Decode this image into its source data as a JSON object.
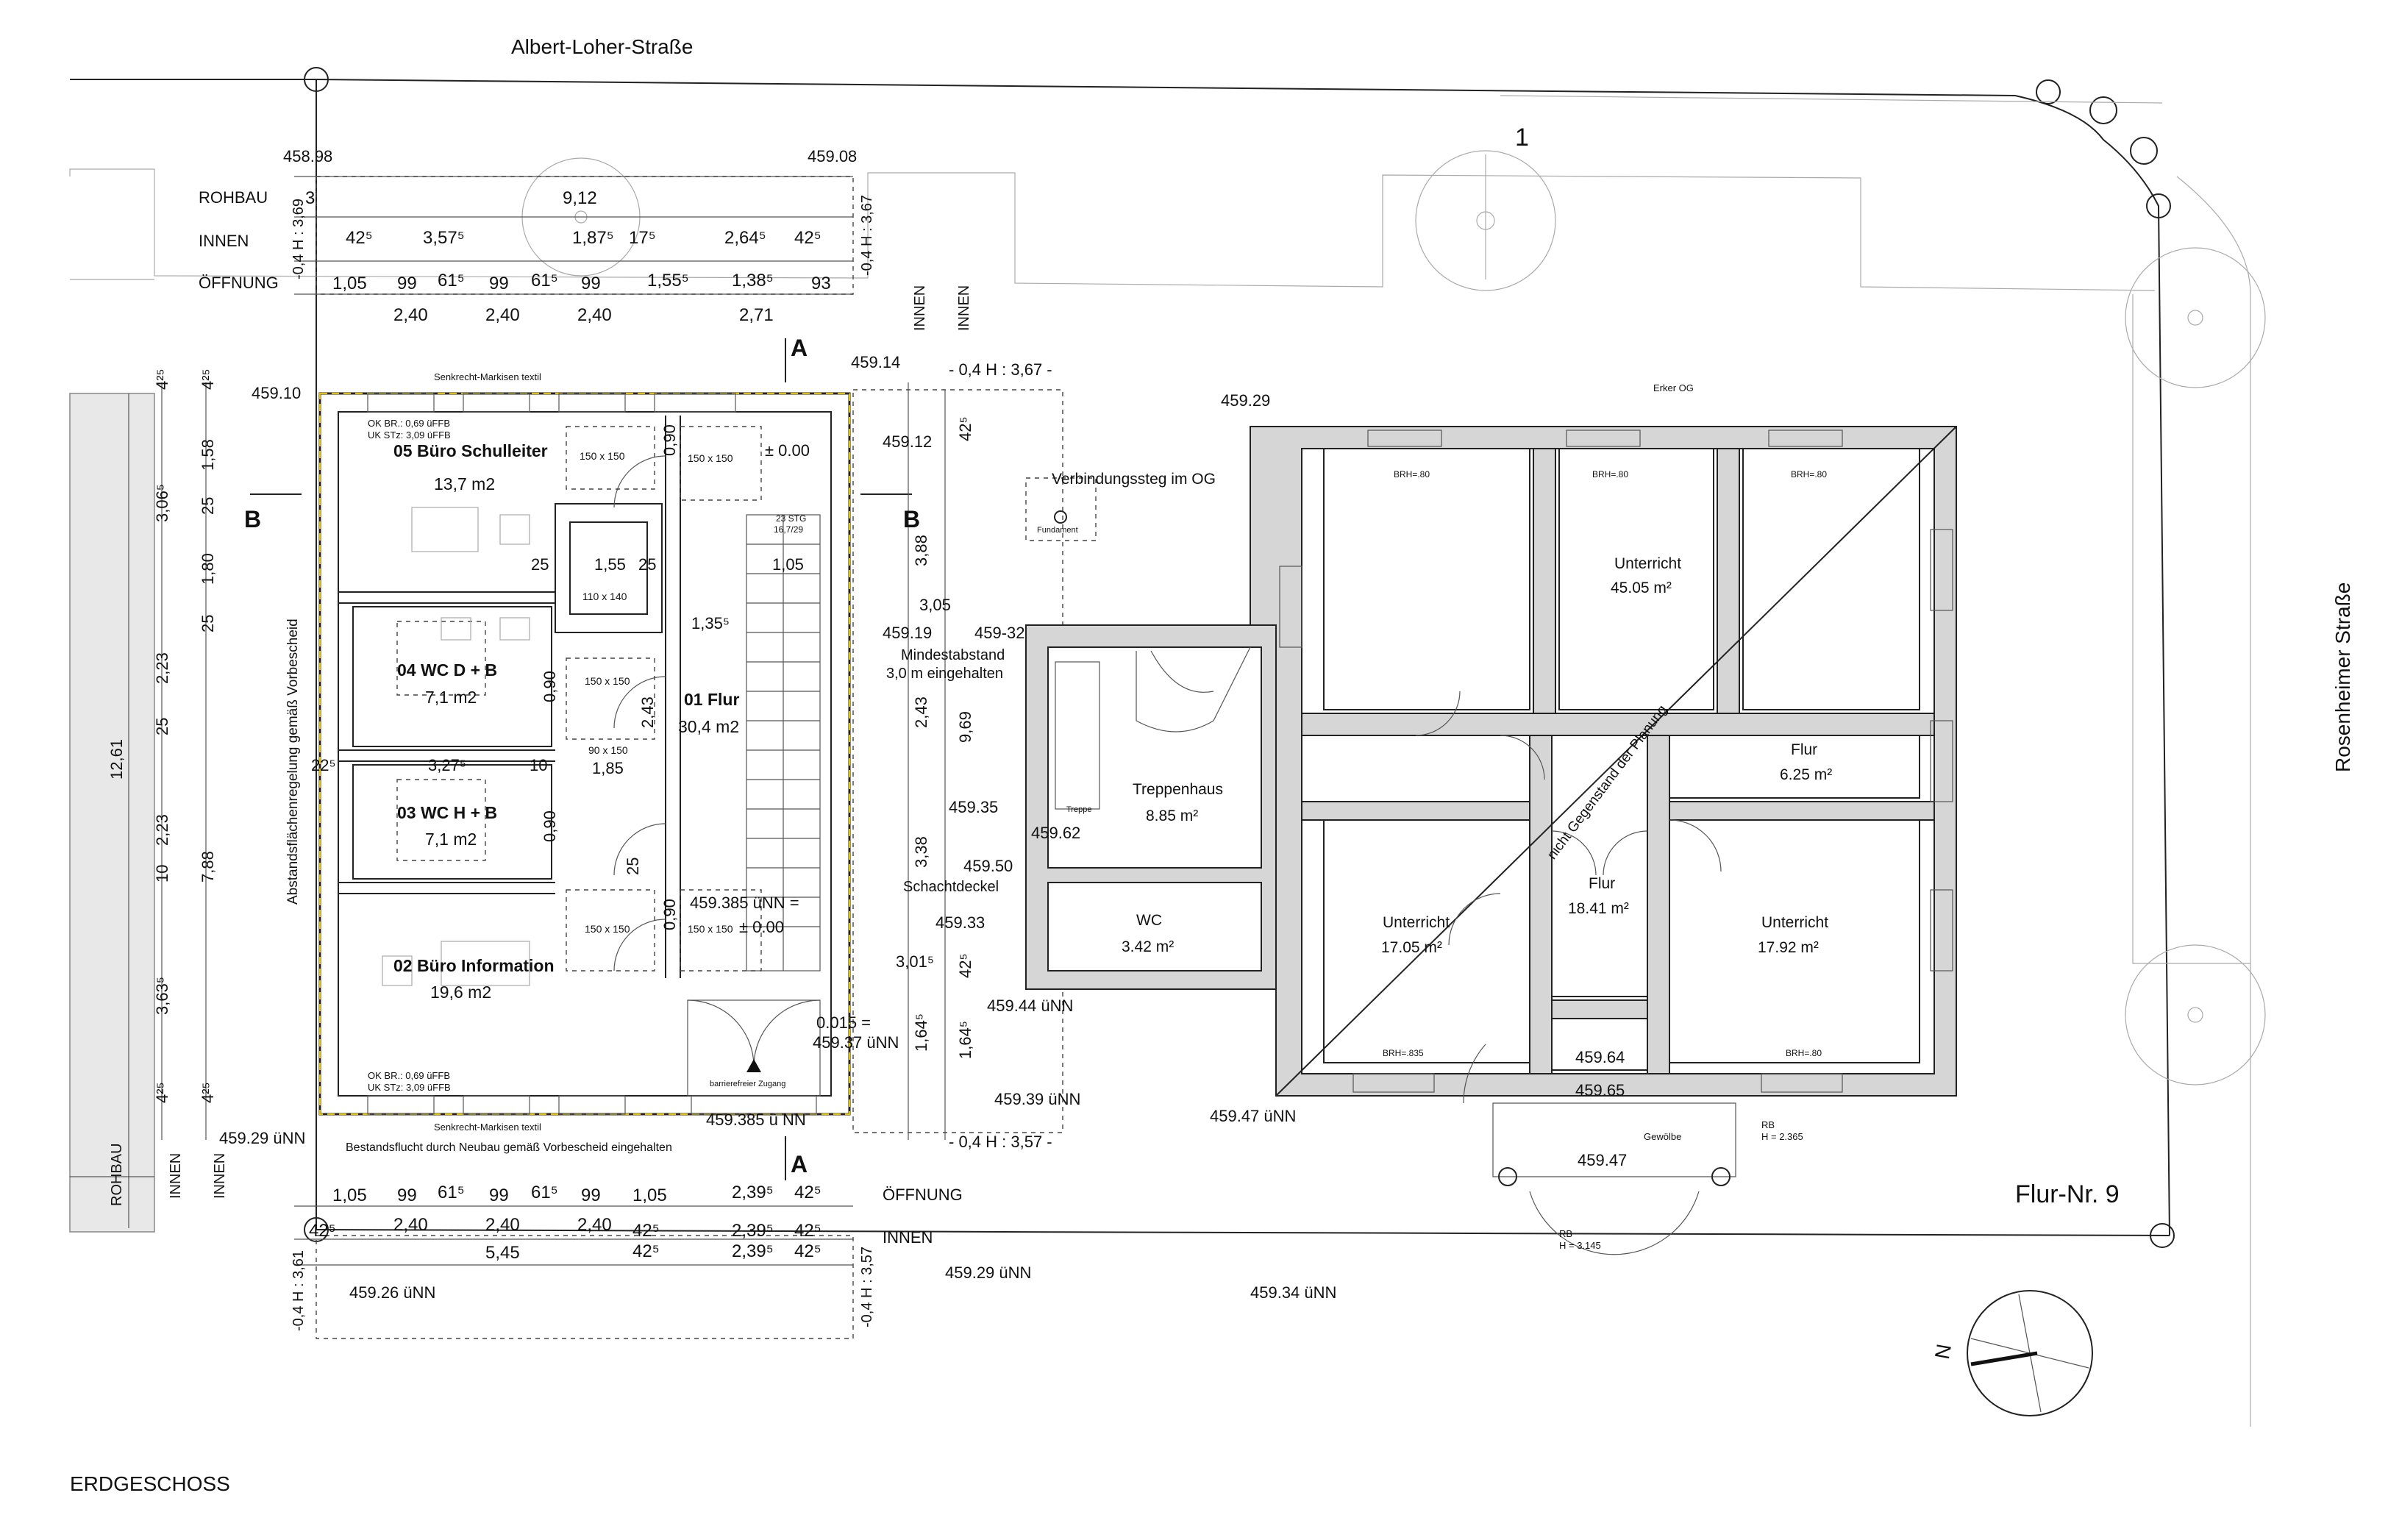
{
  "streets": {
    "north": "Albert-Loher-Straße",
    "east": "Rosenheimer Straße"
  },
  "parcel": {
    "number": "1",
    "neighbor": "Flur-Nr. 9"
  },
  "sheet_title": "ERDGESCHOSS",
  "dimension_labels": {
    "rohbau": "ROHBAU",
    "innen": "INNEN",
    "oeffnung": "ÖFFNUNG",
    "height_top_left": "-0,4 H : 3,69",
    "height_top_right": "-0,4 H : 3,67",
    "height_mid": "- 0,4 H : 3,67 -",
    "height_mid_bottom": "- 0,4 H : 3,57 -",
    "height_bot_left": "-0,4 H : 3,61",
    "height_bot_right": "-0,4 H : 3,57"
  },
  "top_dims": {
    "rohbau": [
      "3",
      "9,12"
    ],
    "innen": [
      "42⁵",
      "3,57⁵",
      "1,87⁵",
      "17⁵",
      "2,64⁵",
      "42⁵"
    ],
    "oeffnung": [
      "1,05",
      "99",
      "61⁵",
      "99",
      "61⁵",
      "99",
      "1,55⁵",
      "1,38⁵",
      "93"
    ],
    "bottom_row": [
      "2,40",
      "2,40",
      "2,40",
      "2,71"
    ]
  },
  "bottom_dims": {
    "row1": [
      "1,05",
      "99",
      "61⁵",
      "99",
      "61⁵",
      "99",
      "1,05",
      "2,39⁵",
      "42⁵"
    ],
    "row2": [
      "42⁵",
      "2,40",
      "2,40",
      "2,40",
      "42⁵",
      "2,39⁵",
      "42⁵"
    ],
    "row3": [
      "5,45",
      "42⁵",
      "2,39⁵",
      "42⁵"
    ]
  },
  "left_dims": [
    "4²⁵",
    "4²⁵",
    "3,06⁵",
    "1,58",
    "25",
    "1,80",
    "25",
    "2,23",
    "25",
    "2,23",
    "10",
    "7,88",
    "3,63⁵",
    "4²⁵",
    "4²⁵",
    "12,61"
  ],
  "rooms": [
    {
      "name": "05 Büro Schulleiter",
      "area": "13,7 m2"
    },
    {
      "name": "04 WC D + B",
      "area": "7,1 m2"
    },
    {
      "name": "03 WC H + B",
      "area": "7,1 m2"
    },
    {
      "name": "02 Büro Information",
      "area": "19,6 m2"
    },
    {
      "name": "01 Flur",
      "area": "30,4 m2"
    }
  ],
  "existing_rooms": [
    {
      "name": "Unterricht",
      "area": "45.05 m²"
    },
    {
      "name": "Flur",
      "area": "6.25 m²"
    },
    {
      "name": "Treppenhaus",
      "area": "8.85 m²"
    },
    {
      "name": "WC",
      "area": "3.42 m²"
    },
    {
      "name": "Unterricht",
      "area": "17.05 m²"
    },
    {
      "name": "Flur",
      "area": "18.41 m²"
    },
    {
      "name": "Unterricht",
      "area": "17.92 m²"
    }
  ],
  "levels": {
    "l1": "458.98",
    "l2": "459.08",
    "l3": "459.10",
    "l4": "459.14",
    "l5": "459.12",
    "l6": "459.29",
    "l7": "459.19",
    "l8": "459-32",
    "l9": "459.35",
    "l10": "459.62",
    "l11": "459.50",
    "l12": "459.33",
    "l13": "459.44 üNN",
    "l14": "459.37 üNN",
    "l15": "459.39 üNN",
    "l16": "459.47 üNN",
    "l17": "459.385 ü NN",
    "l18": "459.29 üNN",
    "l19": "459.29 üNN",
    "l20": "459.26 üNN",
    "l21": "459.34 üNN",
    "l22": "459.64",
    "l23": "459.65",
    "l24": "459.47",
    "l25": "459.385 üNN =",
    "l26": "± 0.00",
    "l27": "± 0.00",
    "l28": "0.015 ="
  },
  "annotations": {
    "abstand": "Abstandsflächenregelung gemäß Vorbescheid",
    "bestand": "Bestandsflucht durch Neubau gemäß Vorbescheid eingehalten",
    "markisen_top": "Senkrecht-Markisen textil",
    "markisen_bot": "Senkrecht-Markisen textil",
    "mindest1": "Mindestabstand",
    "mindest2": "3,0 m eingehalten",
    "steg": "Verbindungssteg im OG",
    "fundament": "Fundament",
    "schacht": "Schachtdeckel",
    "zugang": "barrierefreier Zugang",
    "stg1": "23 STG",
    "stg2": "16,7/29",
    "erker": "Erker OG",
    "nicht": "nicht Gegenstand der Planung",
    "gewoelbe": "Gewölbe",
    "rb1": "RB",
    "rb1h": "H = 2.365",
    "rb2": "RB",
    "rb2h": "H = 3.145",
    "window_note1": "OK BR.: 0,69 üFFB",
    "window_note2": "UK STz: 3,09 üFFB",
    "innen_v": "INNEN",
    "brh1": "BRH=.80",
    "brh2": "BRH=.835",
    "treppe": "Treppe",
    "box1": "110 x 140",
    "box2": "150 x 150",
    "box3": "90 x 150",
    "inner_dims": [
      "1,55",
      "25",
      "25",
      "1,05",
      "1,35⁵",
      "3,27⁵",
      "10",
      "1,85",
      "2,43",
      "0,90",
      "0,90",
      "0,90",
      "0,90",
      "25",
      "22⁵",
      "3,88",
      "3,05",
      "9,69",
      "2,43",
      "3,38",
      "3,01⁵",
      "1,64⁵",
      "1,64⁵",
      "42⁵",
      "42⁵"
    ]
  },
  "section_marks": [
    "A",
    "A",
    "B",
    "B"
  ],
  "north": "N"
}
